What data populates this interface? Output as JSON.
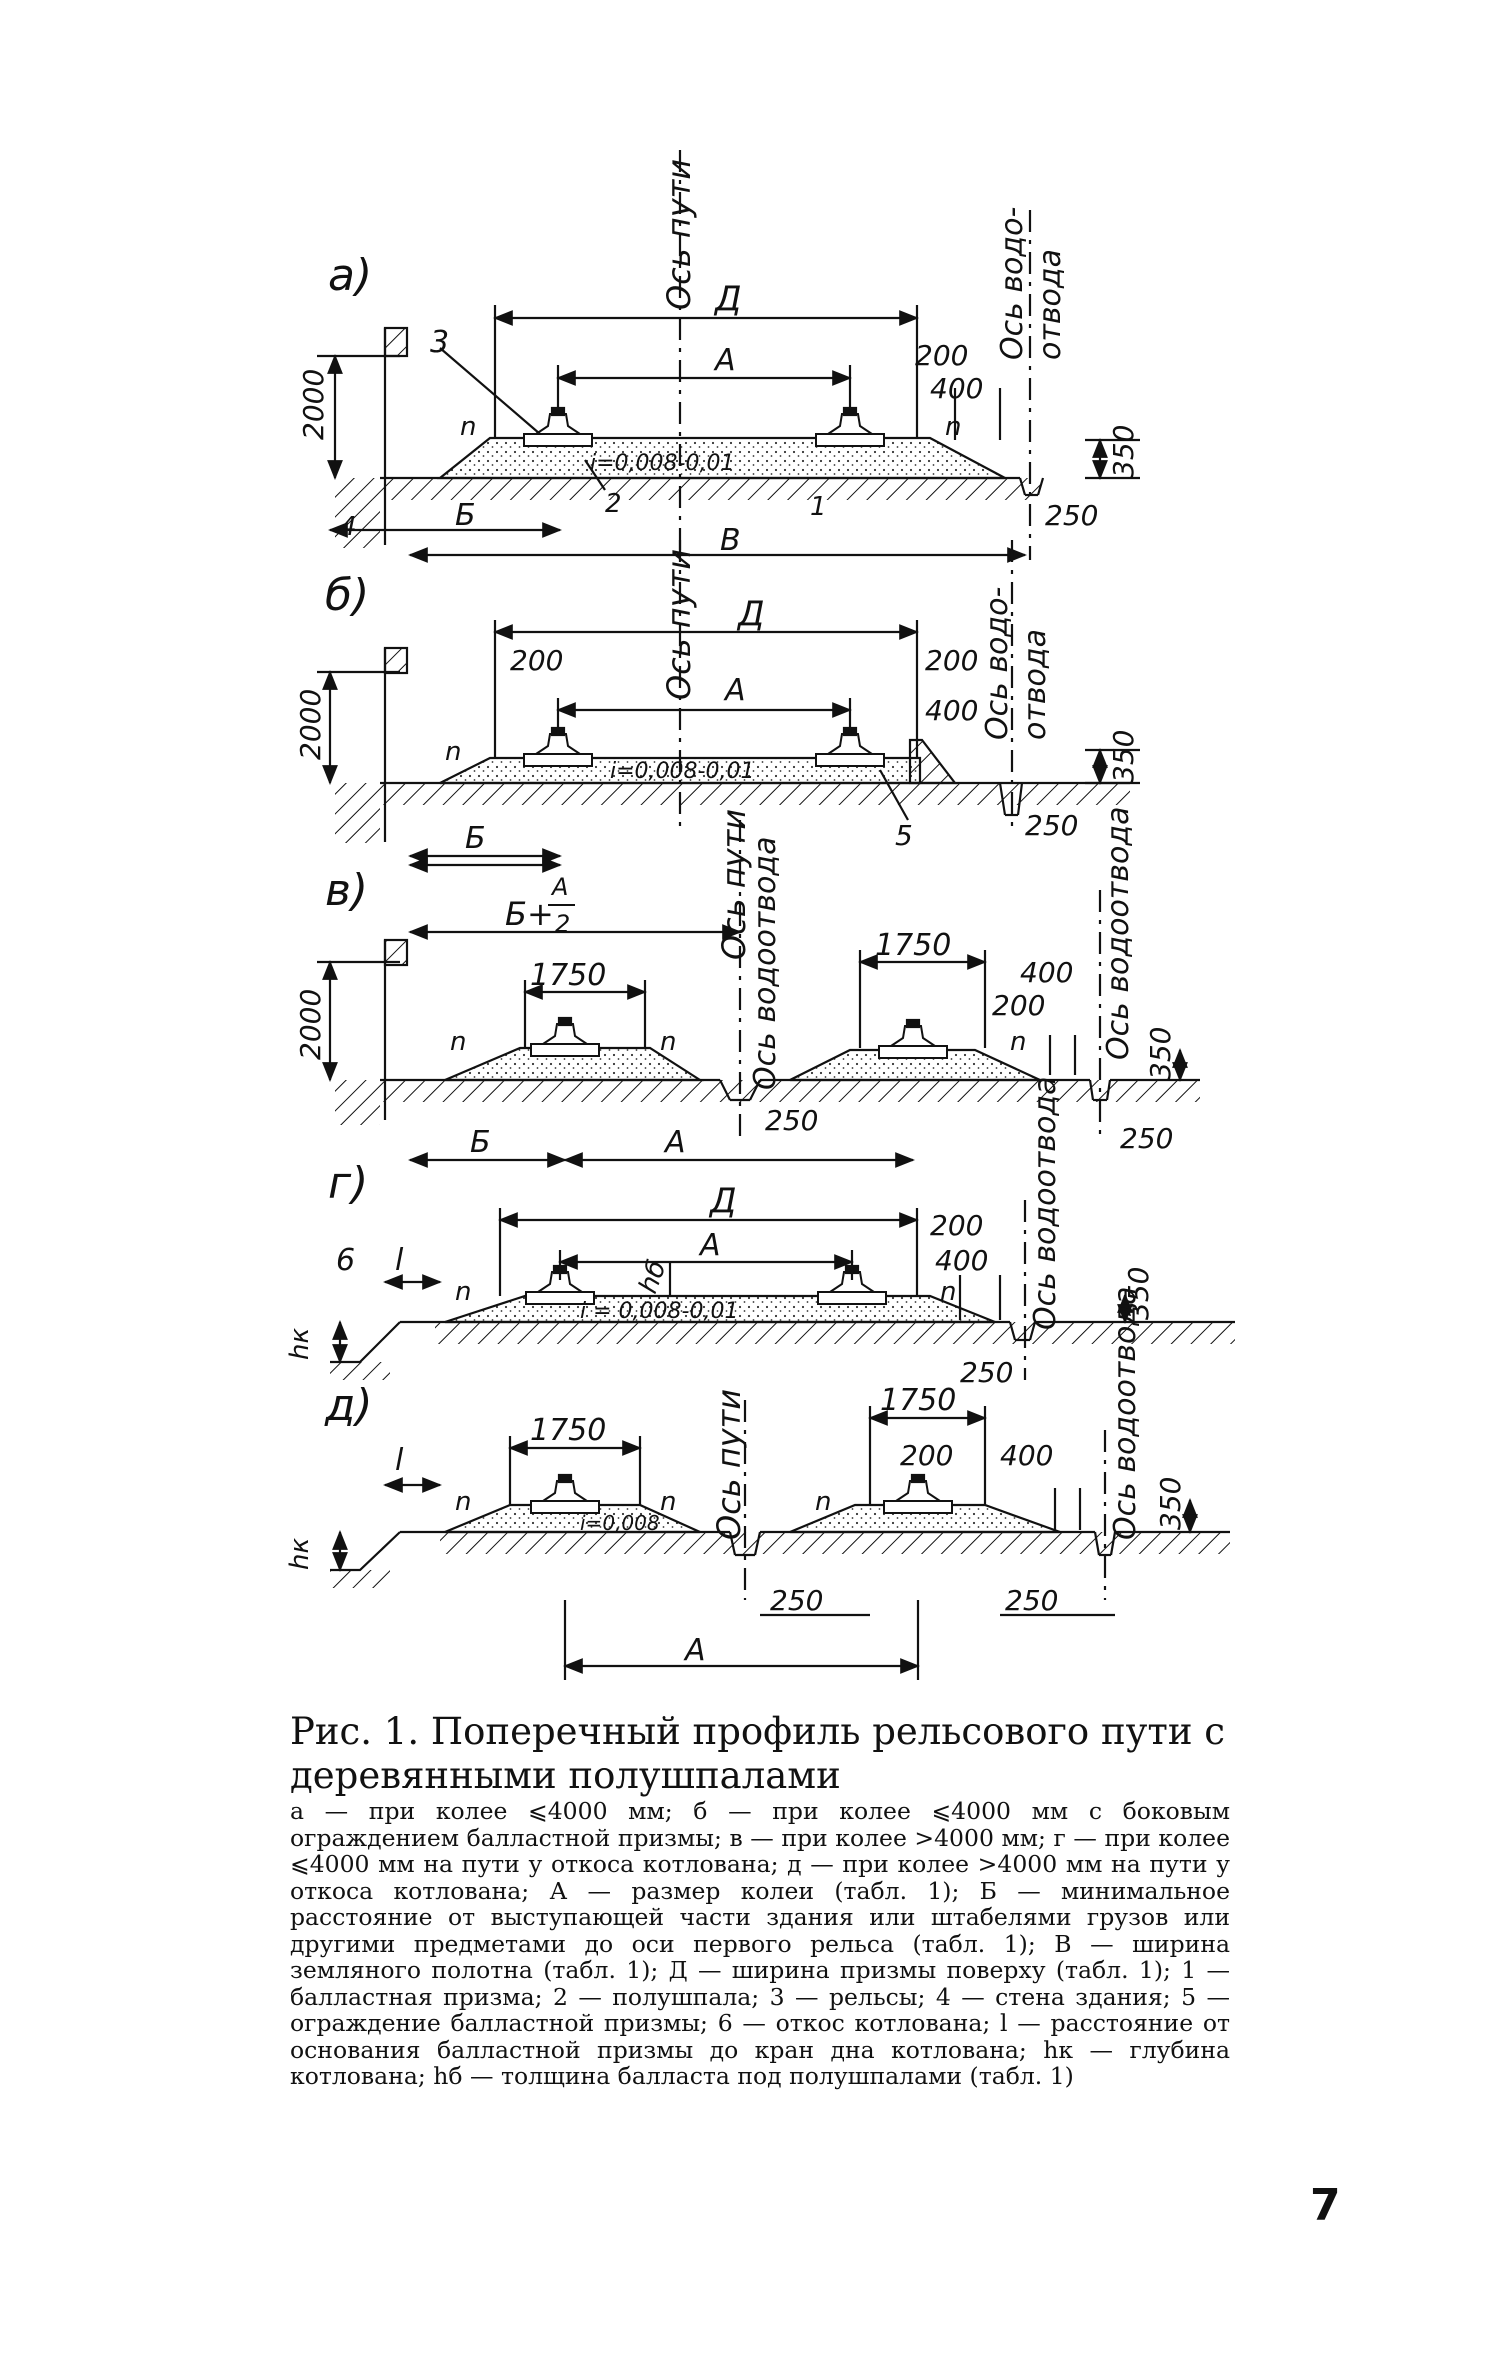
{
  "figure": {
    "panels": [
      {
        "id": "a",
        "letter": "а)",
        "labels": {
          "axis_track": "Ось пути",
          "axis_drain": "Ось водо-",
          "axis_drain_2": "отвода",
          "D": "Д",
          "A": "А",
          "B": "Б",
          "V": "В",
          "n1": "n",
          "n2": "n",
          "h2000": "2000",
          "d200": "200",
          "d400": "400",
          "d350": "350",
          "d250": "250",
          "slope": "i=0,008-0,01",
          "c1": "1",
          "c2": "2",
          "c3": "3",
          "c4": "4"
        }
      },
      {
        "id": "b",
        "letter": "б)",
        "labels": {
          "axis_track": "Ось пути",
          "axis_drain": "Ось водо-",
          "axis_drain_2": "отвода",
          "D": "Д",
          "A": "А",
          "B": "Б",
          "n1": "n",
          "h2000": "2000",
          "d200a": "200",
          "d200b": "200",
          "d400": "400",
          "d350": "350",
          "d250": "250",
          "slope": "i=0,008-0,01",
          "c5": "5"
        }
      },
      {
        "id": "v",
        "letter": "в)",
        "labels": {
          "axis_track": "Ось пути",
          "axis_drain_mid": "Ось водоотвода",
          "axis_drain": "Ось водоотвода",
          "B_plus": "Б+",
          "A_frac_num": "А",
          "A_frac_den": "2",
          "d1750a": "1750",
          "d1750b": "1750",
          "n1": "n",
          "n2": "n",
          "n3": "n",
          "h2000": "2000",
          "d400": "400",
          "d200": "200",
          "d350": "350",
          "d250a": "250",
          "d250b": "250",
          "B": "Б",
          "A": "А"
        }
      },
      {
        "id": "g",
        "letter": "г)",
        "labels": {
          "axis_drain": "Ось водоотвода",
          "D": "Д",
          "A": "А",
          "hb": "hб",
          "n1": "n",
          "n2": "n",
          "c6": "6",
          "l": "l",
          "hk": "hк",
          "d200": "200",
          "d400": "400",
          "d350": "350",
          "d250": "250",
          "slope": "i = 0,008-0,01"
        }
      },
      {
        "id": "d",
        "letter": "д)",
        "labels": {
          "axis_track": "Ось пути",
          "axis_drain": "Ось водоотвода",
          "d1750a": "1750",
          "d1750b": "1750",
          "n1": "n",
          "n2": "n",
          "n3": "n",
          "l": "l",
          "hk": "hк",
          "d200": "200",
          "d400": "400",
          "d350": "350",
          "d250a": "250",
          "d250b": "250",
          "A": "А",
          "slope": "i=0,008"
        }
      }
    ]
  },
  "caption": {
    "title": "Рис. 1. Поперечный профиль рельсового пути с деревянными полушпалами",
    "legend": "а — при колее ⩽4000 мм; б — при колее ⩽4000 мм с боковым ограждением балластной призмы; в — при колее >4000 мм; г — при колее ⩽4000 мм на пути у откоса котлована; д — при колее >4000 мм на пути у откоса котлована; А — размер колеи (табл. 1); Б — минимальное расстояние от выступающей части здания или штабелями грузов или другими предметами до оси первого рельса (табл. 1); В — ширина земляного полотна (табл. 1); Д — ширина призмы поверху (табл. 1); 1 — балластная призма; 2 — полушпала; 3 — рельсы; 4 — стена здания; 5 — ограждение балластной призмы; 6 — откос котлована; l — расстояние от основания балластной призмы до кран дна котлована; hк — глубина котлована; hб — толщина балласта под полушпалами (табл. 1)"
  },
  "page_number": "7"
}
